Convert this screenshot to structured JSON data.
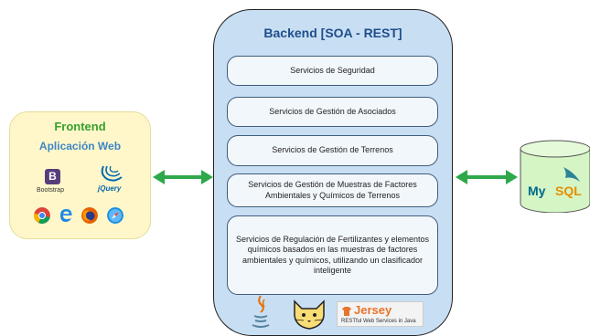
{
  "frontend": {
    "title": "Frontend",
    "subtitle": "Aplicación Web",
    "bootstrap_icon_letter": "B",
    "bootstrap_label": "Bootstrap",
    "jquery_label": "jQuery",
    "browsers": [
      "chrome-icon",
      "edge-icon",
      "firefox-icon",
      "safari-icon"
    ]
  },
  "backend": {
    "title": "Backend [SOA - REST]",
    "services": [
      "Servicios de Seguridad",
      "Servicios de Gestión de Asociados",
      "Servicios de Gestión de Terrenos",
      "Servicios de Gestión de Muestras de Factores Ambientales y Químicos de Terrenos",
      "Servicios de Regulación de Fertilizantes y elementos químicos basados en las muestras de factores ambientales y químicos, utilizando un clasificador inteligente"
    ],
    "jersey_title": "Jersey",
    "jersey_subtitle": "RESTful Web Services in Java"
  },
  "database": {
    "logo_my": "My",
    "logo_sql": "SQL"
  },
  "colors": {
    "arrow": "#2ea84a",
    "frontend_bg": "#fff7c9",
    "backend_bg": "#c8def3",
    "db_bg": "#d5f5c5"
  }
}
